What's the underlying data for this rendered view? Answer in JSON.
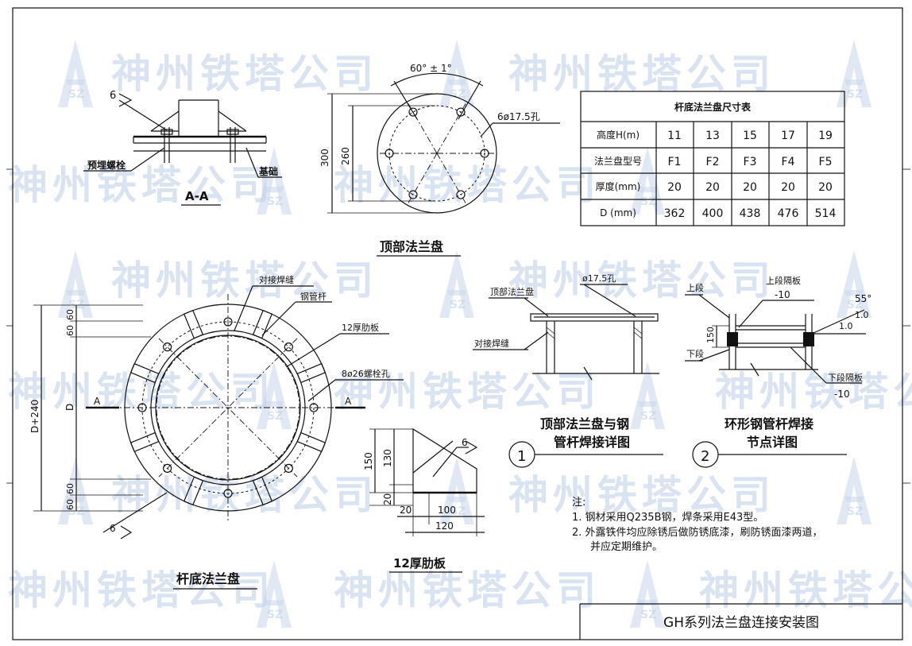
{
  "sheet_title": "GH系列法兰盘连接安装图",
  "watermark": {
    "text": "神州铁塔公司",
    "logo_letters": "SZ",
    "color": "#c9d6ea"
  },
  "section_aa": {
    "caption": "A-A",
    "weld_size": "6",
    "label_bolt": "预埋螺栓",
    "label_foundation": "基础"
  },
  "top_flange": {
    "caption": "顶部法兰盘",
    "angle": "60° ± 1°",
    "holes": "6ø17.5孔",
    "dim_outer": "300",
    "dim_pitch": "260"
  },
  "table": {
    "title": "杆底法兰盘尺寸表",
    "rows": [
      {
        "label": "高度H(m)",
        "cells": [
          "11",
          "13",
          "15",
          "17",
          "19"
        ]
      },
      {
        "label": "法兰盘型号",
        "cells": [
          "F1",
          "F2",
          "F3",
          "F4",
          "F5"
        ]
      },
      {
        "label": "厚度(mm)",
        "cells": [
          "20",
          "20",
          "20",
          "20",
          "20"
        ]
      },
      {
        "label": "D (mm)",
        "cells": [
          "362",
          "400",
          "438",
          "476",
          "514"
        ]
      }
    ]
  },
  "base_flange": {
    "caption": "杆底法兰盘",
    "label_butt_weld": "对接焊缝",
    "label_pipe": "钢管杆",
    "label_rib": "12厚肋板",
    "label_bolt_holes": "8ø26螺栓孔",
    "section_mark": "A",
    "dim_total": "D+240",
    "dim_d": "D",
    "dim_60": "60",
    "weld_size": "6"
  },
  "rib_plate": {
    "caption": "12厚肋板",
    "weld_size": "6",
    "dim_150": "150",
    "dim_130": "130",
    "dim_20v": "20",
    "dim_20h": "20",
    "dim_100": "100",
    "dim_120": "120"
  },
  "detail1": {
    "label_flange": "顶部法兰盘",
    "label_hole": "ø17.5孔",
    "label_weld": "对接焊缝",
    "number": "1",
    "title_line1": "顶部法兰盘与钢",
    "title_line2": "管杆焊接详图"
  },
  "detail2": {
    "label_upper": "上段",
    "label_lower": "下段",
    "label_upper_plate": "上段隔板",
    "label_upper_plate_val": "-10",
    "label_lower_plate": "下段隔板",
    "label_lower_plate_val": "-10",
    "dim_150": "150",
    "angle": "55°",
    "slope_a": "1.0",
    "slope_b": "1.0",
    "number": "2",
    "title_line1": "环形钢管杆焊接",
    "title_line2": "节点详图"
  },
  "notes": {
    "heading": "注:",
    "items": [
      "1. 钢材采用Q235B钢，焊条采用E43型。",
      "2. 外露铁件均应除锈后做防锈底漆，刷防锈面漆两道，",
      "并应定期维护。"
    ]
  }
}
